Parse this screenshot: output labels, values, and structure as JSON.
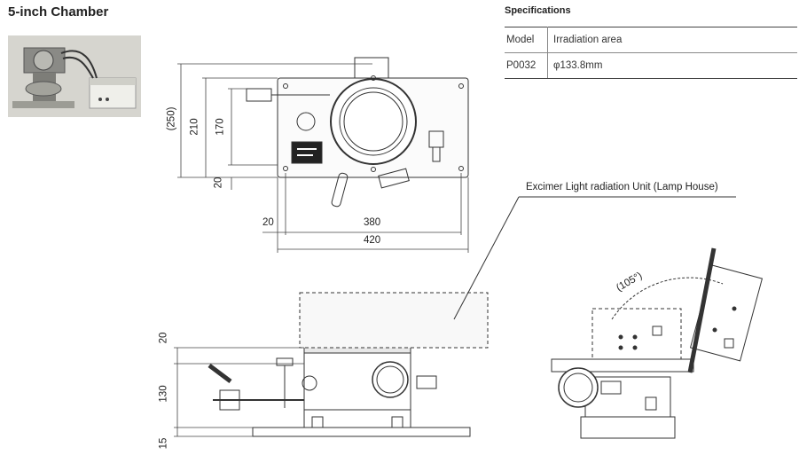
{
  "title": "5-inch Chamber",
  "specifications": {
    "heading": "Specifications",
    "columns": [
      "Model",
      "Irradiation area"
    ],
    "rows": [
      {
        "model": "P0032",
        "area": "φ133.8mm"
      }
    ]
  },
  "callout": "Excimer Light radiation Unit (Lamp House)",
  "dimensions": {
    "top_view": {
      "overall_height": "(250)",
      "height_210": "210",
      "height_170": "170",
      "bottom_20": "20",
      "left_20": "20",
      "width_380": "380",
      "width_420": "420"
    },
    "side_view": {
      "top_20": "20",
      "body_130": "130",
      "base_15": "15"
    },
    "angle": "(105°)"
  }
}
